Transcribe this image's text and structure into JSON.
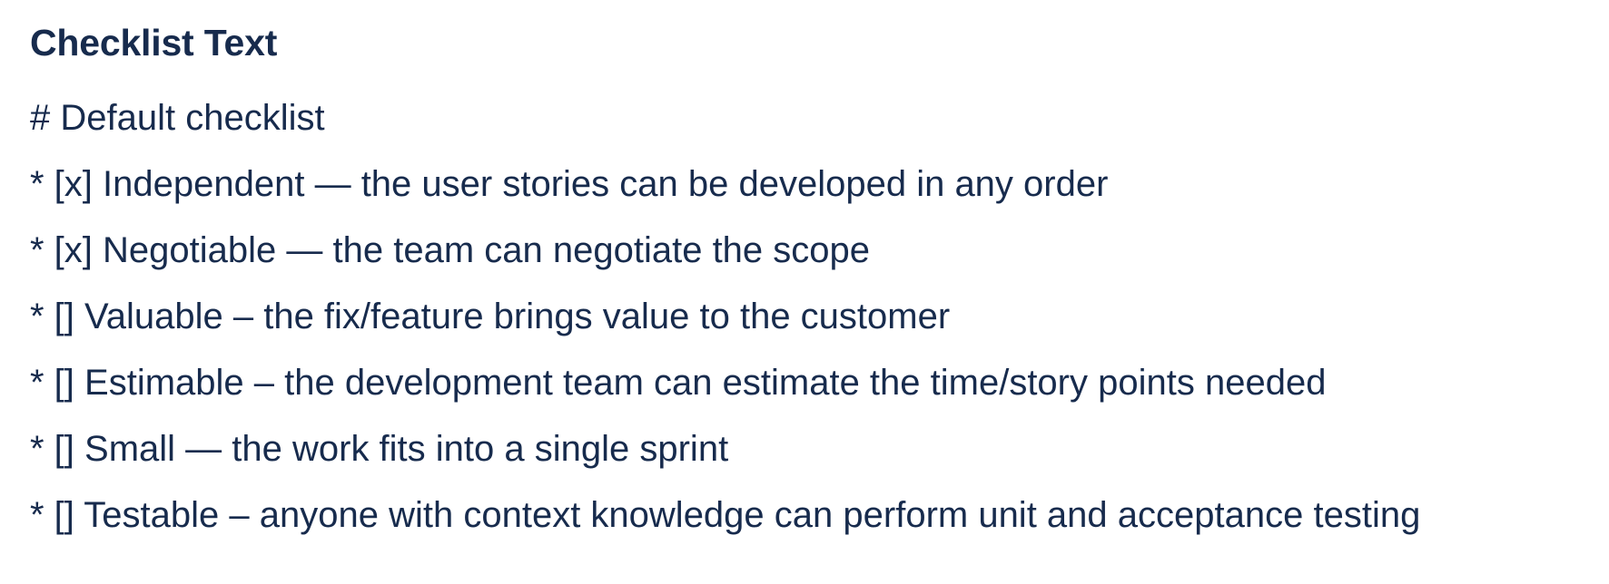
{
  "colors": {
    "text": "#172B4D",
    "background": "#FFFFFF"
  },
  "field": {
    "label": "Checklist Text",
    "content": {
      "heading_line": "# Default checklist",
      "lines": [
        "# Default checklist",
        "* [x] Independent — the user stories can be developed in any order",
        "* [x] Negotiable — the team can negotiate the scope",
        "* [] Valuable – the fix/feature brings value to the customer",
        "* [] Estimable – the development team can estimate the time/story points needed",
        "* [] Small — the work fits into a single sprint",
        "* [] Testable – anyone with context knowledge can perform unit and acceptance testing"
      ],
      "items": [
        {
          "checked": true,
          "name": "Independent",
          "description": "the user stories can be developed in any order"
        },
        {
          "checked": true,
          "name": "Negotiable",
          "description": "the team can negotiate the scope"
        },
        {
          "checked": false,
          "name": "Valuable",
          "description": "the fix/feature brings value to the customer"
        },
        {
          "checked": false,
          "name": "Estimable",
          "description": "the development team can estimate the time/story points needed"
        },
        {
          "checked": false,
          "name": "Small",
          "description": "the work fits into a single sprint"
        },
        {
          "checked": false,
          "name": "Testable",
          "description": "anyone with context knowledge can perform unit and acceptance testing"
        }
      ]
    }
  }
}
